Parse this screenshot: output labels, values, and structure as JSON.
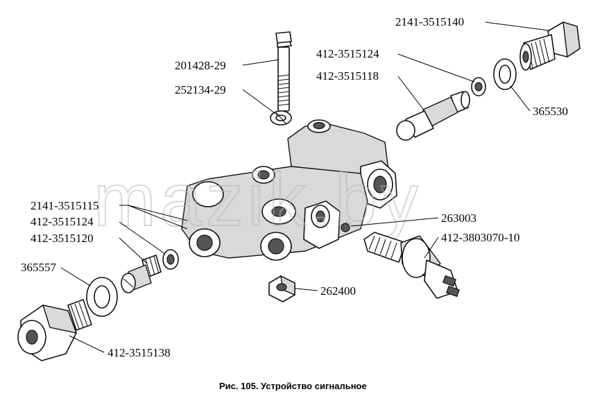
{
  "diagram": {
    "watermark": "mazik.by",
    "caption": "Рис. 105. Устройство сигнальное",
    "labels": {
      "top_right_fitting": "2141-3515140",
      "top_right_washer_small": "412-3515124",
      "top_right_valve": "412-3515118",
      "top_right_washer_large": "365530",
      "bolt": "201428-29",
      "lock_washer": "252134-29",
      "left_union": "2141-3515115",
      "left_washer_small": "412-3515124",
      "left_valve": "412-3515120",
      "left_washer_large": "365557",
      "left_fitting": "412-3515138",
      "ball": "263003",
      "switch": "412-3803070-10",
      "nut": "262400"
    }
  }
}
